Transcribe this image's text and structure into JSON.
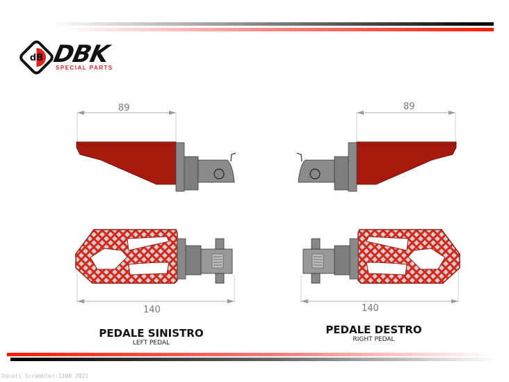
{
  "brand": {
    "name": "DBK",
    "tagline": "SPECIAL PARTS",
    "colors": {
      "red": "#e0201a",
      "black": "#111111",
      "pedal_red": "#a81a0e",
      "grey": "#8a8a8a"
    }
  },
  "drawings": {
    "left_side_view": {
      "dimension": "89"
    },
    "right_side_view": {
      "dimension": "89"
    },
    "left_top_view": {
      "dimension": "140"
    },
    "right_top_view": {
      "dimension": "140"
    }
  },
  "captions": {
    "left": {
      "title": "PEDALE SINISTRO",
      "subtitle": "LEFT PEDAL"
    },
    "right": {
      "title": "PEDALE DESTRO",
      "subtitle": "RIGHT PEDAL"
    }
  },
  "footer": {
    "text": "Ducati Scrambler-1100 2021"
  }
}
